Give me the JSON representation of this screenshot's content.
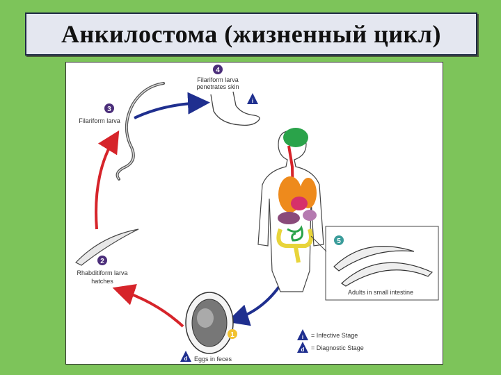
{
  "title": "Анкилостома (жизненный цикл)",
  "stages": [
    {
      "number": "1",
      "label_lines": [
        "Eggs in feces"
      ]
    },
    {
      "number": "2",
      "label_lines": [
        "Rhabditiform larva",
        "hatches"
      ]
    },
    {
      "number": "3",
      "label_lines": [
        "Filariform larva"
      ]
    },
    {
      "number": "4",
      "label_lines": [
        "Filariform larva",
        "penetrates skin"
      ]
    },
    {
      "number": "5",
      "label_lines": [
        "Adults in small intestine"
      ]
    }
  ],
  "legend": [
    {
      "marker": "i",
      "text": "= Infective Stage"
    },
    {
      "marker": "d",
      "text": "= Diagnostic Stage"
    }
  ],
  "colors": {
    "background": "#7dc45a",
    "arrow_red": "#d6242a",
    "arrow_blue": "#1f2f8f",
    "badge_purple": "#4b2e7a",
    "badge_teal": "#3a9c9a",
    "badge_gold": "#f2c230"
  }
}
